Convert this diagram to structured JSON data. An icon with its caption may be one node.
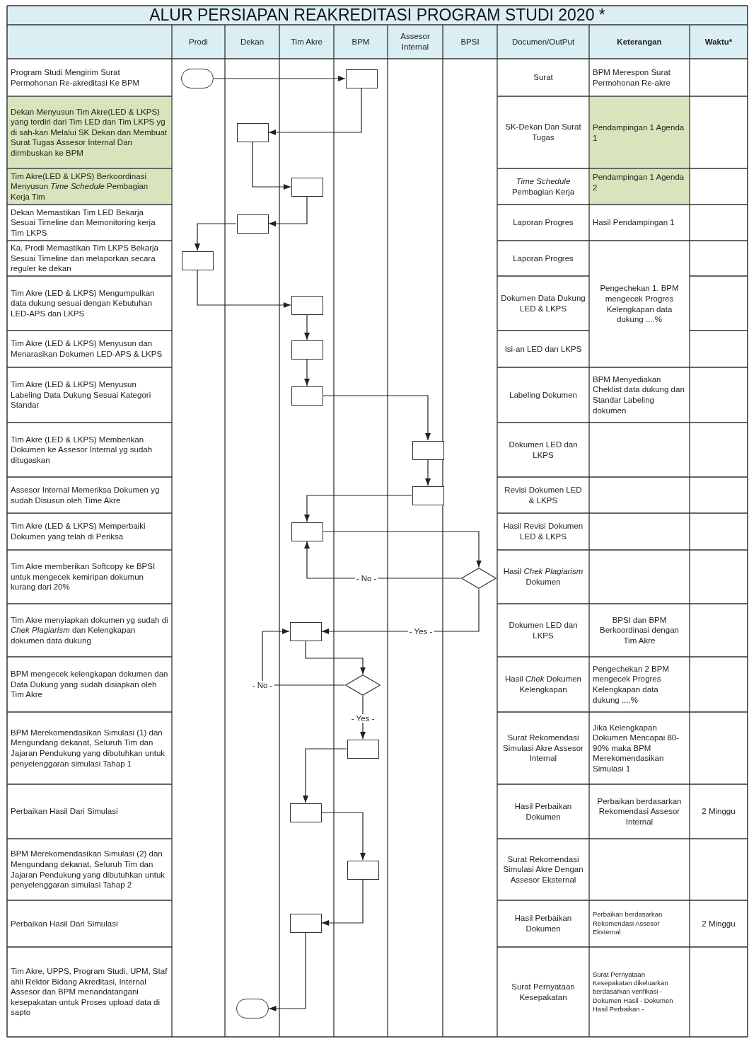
{
  "diagram": {
    "title": "ALUR PERSIAPAN REAKREDITASI PROGRAM STUDI 2020 *",
    "nodes": [
      {
        "text": [],
        "shape": "oval"
      },
      {
        "text": [],
        "shape": "box"
      },
      {
        "text": [],
        "shape": "box"
      },
      {
        "text": [],
        "shape": "box"
      },
      {
        "text": [],
        "shape": "box"
      },
      {
        "text": [],
        "shape": "box"
      },
      {
        "text": [],
        "shape": "box"
      },
      {
        "text": [],
        "shape": "box"
      },
      {
        "text": [],
        "shape": "box"
      },
      {
        "text": [],
        "shape": "box"
      },
      {
        "text": [],
        "shape": "box"
      },
      {
        "text": [],
        "shape": "box"
      },
      {
        "text": [],
        "shape": "diamond"
      },
      {
        "text": [],
        "shape": "box"
      },
      {
        "text": [],
        "shape": "diamond"
      },
      {
        "text": [],
        "shape": "box"
      },
      {
        "text": [],
        "shape": "box"
      },
      {
        "text": [],
        "shape": "box"
      },
      {
        "text": [],
        "shape": "box"
      },
      {
        "text": [],
        "shape": "oval"
      }
    ],
    "edges": [
      {
        "from": 0,
        "to": 1,
        "arrow": "to"
      },
      {
        "from": 1,
        "to": 2,
        "arrow": "to"
      },
      {
        "from": 2,
        "to": 3,
        "arrow": "to"
      },
      {
        "from": 3,
        "to": 4,
        "arrow": "to"
      },
      {
        "from": 4,
        "to": 5,
        "arrow": "to"
      },
      {
        "from": 5,
        "to": 6,
        "arrow": "to"
      },
      {
        "from": 6,
        "to": 7,
        "arrow": "to"
      },
      {
        "from": 7,
        "to": 8,
        "arrow": "to"
      },
      {
        "from": 8,
        "to": 9,
        "arrow": "to"
      },
      {
        "from": 9,
        "to": 10,
        "arrow": "to"
      },
      {
        "from": 10,
        "to": 11,
        "arrow": "to"
      },
      {
        "from": 11,
        "to": 12,
        "arrow": "to"
      },
      {
        "from": 12,
        "to": 11,
        "arrow": "to",
        "label": "- No -"
      },
      {
        "from": 12,
        "to": 13,
        "arrow": "to",
        "label": "- Yes -"
      },
      {
        "from": 13,
        "to": 14,
        "arrow": "to"
      },
      {
        "from": 14,
        "to": 13,
        "arrow": "to",
        "label": "- No -"
      },
      {
        "from": 14,
        "to": 15,
        "arrow": "to",
        "label": "- Yes -"
      },
      {
        "from": 15,
        "to": 16,
        "arrow": "to"
      },
      {
        "from": 16,
        "to": 17,
        "arrow": "to"
      },
      {
        "from": 17,
        "to": 18,
        "arrow": "to"
      },
      {
        "from": 18,
        "to": 19,
        "arrow": "to"
      }
    ],
    "labels": [
      "Prodi",
      "Dekan",
      "Tim Akre",
      "BPM",
      "Assesor Internal",
      "BPSI",
      "Documen/OutPut",
      "Keterangan",
      "Waktu*",
      "Program Studi Mengirim Surat Permohonan Re-akreditasi Ke BPM",
      "Surat",
      "BPM Merespon Surat Permohonan Re-akre",
      "Dekan Menyusun Tim Akre(LED & LKPS) yang terdiri dari Tim LED dan Tim LKPS yg di sah-kan Melalui SK Dekan dan Membuat Surat Tugas Assesor Internal Dan dirmbuskan ke BPM",
      "SK-Dekan Dan Surat Tugas",
      "Pendampingan 1 Agenda 1",
      "Tim Akre(LED & LKPS) Berkoordinasi Menyusun *Time Schedule* Pembagian Kerja Tim",
      "*Time Schedule* Pembagian Kerja",
      "Pendampingan 1 Agenda 2",
      "Dekan Memastikan Tim LED Bekarja Sesuai Timeline dan Memonitoring kerja Tim LKPS",
      "Laporan Progres",
      "Hasil Pendampingan 1",
      "Ka. Prodi Memastikan Tim LKPS Bekarja Sesuai Timeline dan melaporkan secara reguler ke dekan",
      "Laporan Progres",
      "Pengechekan 1. BPM mengecek Progres Kelengkapan data dukung ....%",
      "Tim Akre (LED & LKPS) Mengumpulkan data dukung sesuai dengan Kebutuhan LED-APS dan LKPS",
      "Dokumen Data Dukung LED & LKPS",
      "Tim Akre (LED & LKPS) Menyusun dan Menarasikan Dokumen LED-APS & LKPS",
      "Isi-an LED dan LKPS",
      "Tim Akre (LED & LKPS) Menyusun Labeling Data Dukung Sesuai Kategori Standar",
      "Labeling Dokumen",
      "BPM Menyediakan Cheklist data dukung dan Standar Labeling dokumen",
      "Tim Akre (LED & LKPS) Memberikan Dokumen ke Assesor Internal yg sudah ditugaskan",
      "Dokumen LED dan LKPS",
      "Assesor Internal Memeriksa Dokumen yg sudah Disusun oleh Time Akre",
      "Revisi Dokumen LED & LKPS",
      "Tim Akre (LED & LKPS) Memperbaiki Dokumen yang telah di Periksa",
      "Hasil Revisi Dokumen LED & LKPS",
      "Tim Akre memberikan Softcopy ke BPSI untuk mengecek kemiripan dokumun kurang dari 20%",
      "Hasil *Chek Plagiarism* Dokumen",
      "Tim Akre menyiapkan dokumen yg sudah di *Chek Plagiarism* dan Kelengkapan dokumen data dukung",
      "Dokumen LED dan LKPS",
      "BPSI dan BPM Berkoordinasi dengan Tim Akre",
      "BPM mengecek kelengkapan dokumen dan Data Dukung yang sudah disiapkan oleh Tim Akre",
      "Hasil *Chek* Dokumen Kelengkapan",
      "Pengechekan 2 BPM mengecek Progres Kelengkapan data dukung ....%",
      "BPM Merekomendasikan Simulasi (1) dan Mengundang dekanat, Seluruh Tim dan Jajaran Pendukung yang dibutuhkan untuk penyelenggaran simulasi Tahap 1",
      "Surat Rekomendasi Simulasi Akre Assesor Internal",
      "Jika Kelengkapan Dokumen Mencapai 80-90% maka BPM Merekomendasikan Simulasi 1",
      "Perbaikan Hasil Dari Simulasi",
      "Hasil Perbaikan Dokumen",
      "Perbaikan berdasarkan Rekomendasi Assesor Internal",
      "2 Minggu",
      "BPM Merekomendasikan Simulasi (2) dan Mengundang dekanat, Seluruh Tim dan Jajaran Pendukung yang dibutuhkan untuk penyelenggaran simulasi Tahap 2",
      "Surat Rekomendasi Simulasi Akre Dengan Assesor Eksternal",
      "Perbaikan Hasil Dari Simulasi",
      "Hasil Perbaikan Dokumen",
      "Perbaikan berdasarkan Rekomendasi Assesor Eksternal",
      "2 Minggu",
      "Tim Akre, UPPS, Program Studi, UPM, Staf ahli Rektor Bidang Akreditasi, Internal Assesor dan BPM menandatangani kesepakatan untuk Proses upload data di sapto",
      "Surat Pernyataan Kesepakatan",
      "Surat Pernyataan Kesepakatan dikeluarkan berdasarkan verifikasi - Dokumen Hasil - Dokumen Hasil Perbaikan -"
    ]
  }
}
